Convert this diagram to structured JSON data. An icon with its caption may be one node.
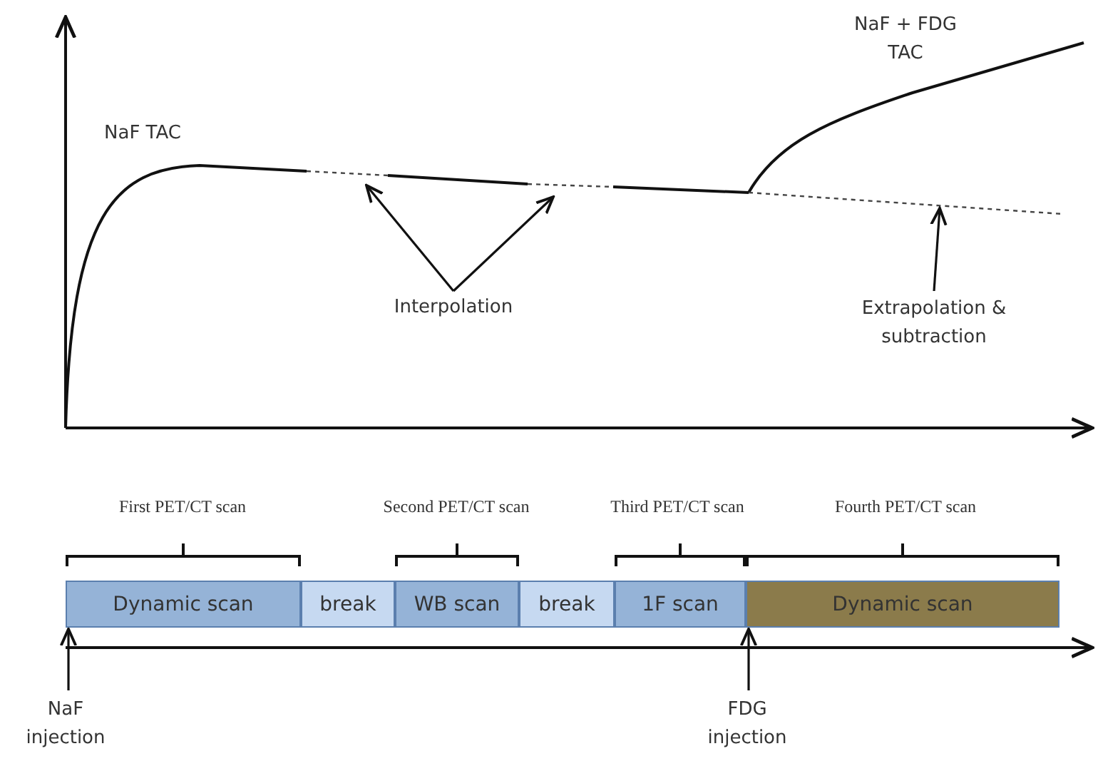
{
  "diagram": {
    "nodes": [
      {
        "text": [
          "Dynamic scan"
        ]
      },
      {
        "text": [
          "break"
        ]
      },
      {
        "text": [
          "WB scan"
        ]
      },
      {
        "text": [
          "break"
        ]
      },
      {
        "text": [
          "1F scan"
        ]
      },
      {
        "text": [
          "Dynamic scan"
        ]
      },
      {
        "text": [
          "Interpolation"
        ]
      },
      {
        "text": [
          "Extrapolation & subtraction"
        ]
      },
      {
        "text": [
          "NaF injection"
        ]
      },
      {
        "text": [
          "FDG injection"
        ]
      }
    ],
    "edges": [
      {
        "from": 6,
        "to": null,
        "arrow": "to"
      },
      {
        "from": 6,
        "to": null,
        "arrow": "to"
      },
      {
        "from": 7,
        "to": null,
        "arrow": "to"
      },
      {
        "from": 8,
        "to": 0,
        "arrow": "to"
      },
      {
        "from": 9,
        "to": 5,
        "arrow": "to"
      }
    ],
    "labels": [
      "NaF + FDG TAC",
      "NaF TAC",
      "First PET/CT scan",
      "Second PET/CT scan",
      "Third PET/CT scan",
      "Fourth PET/CT scan"
    ]
  }
}
